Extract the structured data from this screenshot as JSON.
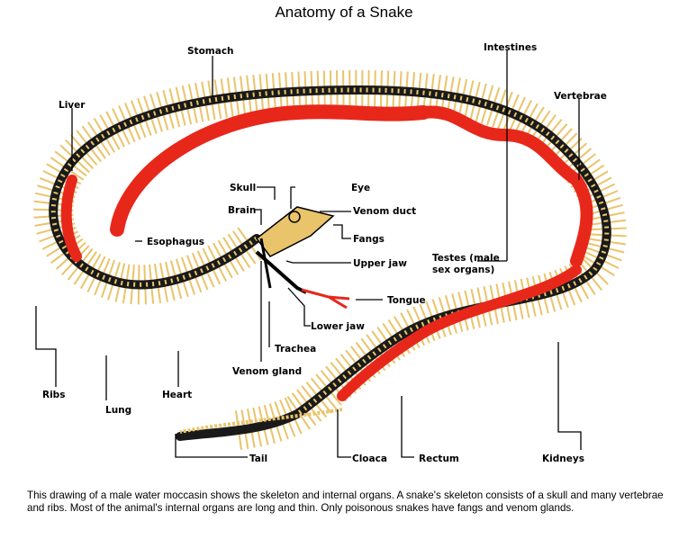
{
  "title": "Anatomy of a Snake",
  "labels": {
    "stomach": "Stomach",
    "intestines": "Intestines",
    "liver": "Liver",
    "vertebrae": "Vertebrae",
    "skull": "Skull",
    "eye": "Eye",
    "brain": "Brain",
    "venom_duct": "Venom duct",
    "esophagus": "Esophagus",
    "fangs": "Fangs",
    "testes_line1": "Testes (male",
    "testes_line2": "sex organs)",
    "upper_jaw": "Upper jaw",
    "tongue": "Tongue",
    "lower_jaw": "Lower jaw",
    "trachea": "Trachea",
    "venom_gland": "Venom gland",
    "ribs": "Ribs",
    "heart": "Heart",
    "lung": "Lung",
    "tail": "Tail",
    "cloaca": "Cloaca",
    "rectum": "Rectum",
    "kidneys": "Kidneys"
  },
  "caption": {
    "line1": "This drawing of a male water moccasin shows the skeleton and internal organs. A snake's skeleton consists of a skull",
    "line2": "and many vertebrae and ribs. Most of the animal's internal organs are long and thin. Only poisonous snakes have fangs",
    "line3": "and venom glands."
  },
  "colors": {
    "organ_red": "#e8271b",
    "bone_yellow": "#e9c46a",
    "spine_dark": "#1a1a1a"
  }
}
